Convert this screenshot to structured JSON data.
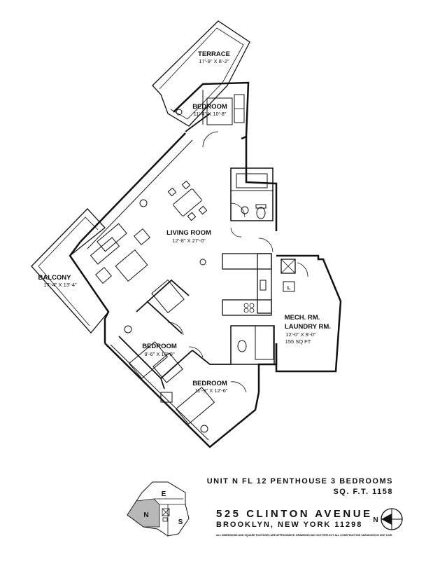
{
  "rooms": {
    "terrace": {
      "name": "TERRACE",
      "dims": "17'-9\" X 8'-2\""
    },
    "bedroom_top": {
      "name": "BEDROOM",
      "dims": "11'-4\" X 10'-8\""
    },
    "living": {
      "name": "LIVING ROOM",
      "dims": "12'-8\" X 27'-0\""
    },
    "balcony": {
      "name": "BALCONY",
      "dims": "17'-4\" X 13'-4\""
    },
    "bedroom_mid": {
      "name": "BEDROOM",
      "dims": "9'-6\" X 10'-8\""
    },
    "bedroom_bottom": {
      "name": "BEDROOM",
      "dims": "11'-9\" X 12'-6\""
    },
    "mech": {
      "line1": "MECH. RM.",
      "line2": "LAUNDRY RM.",
      "dims": "12'-0\" X 9'-0\"",
      "sqft": "155 SQ FT"
    },
    "laundry_symbol": "L"
  },
  "unit": {
    "line1": "UNIT N  FL 12 PENTHOUSE  3 BEDROOMS",
    "line2": "SQ. F.T. 1158"
  },
  "address": {
    "street": "525 CLINTON AVENUE",
    "city": "BROOKLYN, NEW YORK 11298"
  },
  "disclaimer": "ALL DIMENSIONS AND SQUARE FOOTAGES ARE APPROXIMATE. DRAWINGS MAY NOT REFLECT ALL CONSTRUCTION VARIANCES IN UNIT LINE.",
  "key_plan": {
    "east": "E",
    "north": "N",
    "south": "S"
  },
  "compass": {
    "north": "N"
  },
  "colors": {
    "ink": "#111111",
    "highlight": "#b8b8b8"
  }
}
